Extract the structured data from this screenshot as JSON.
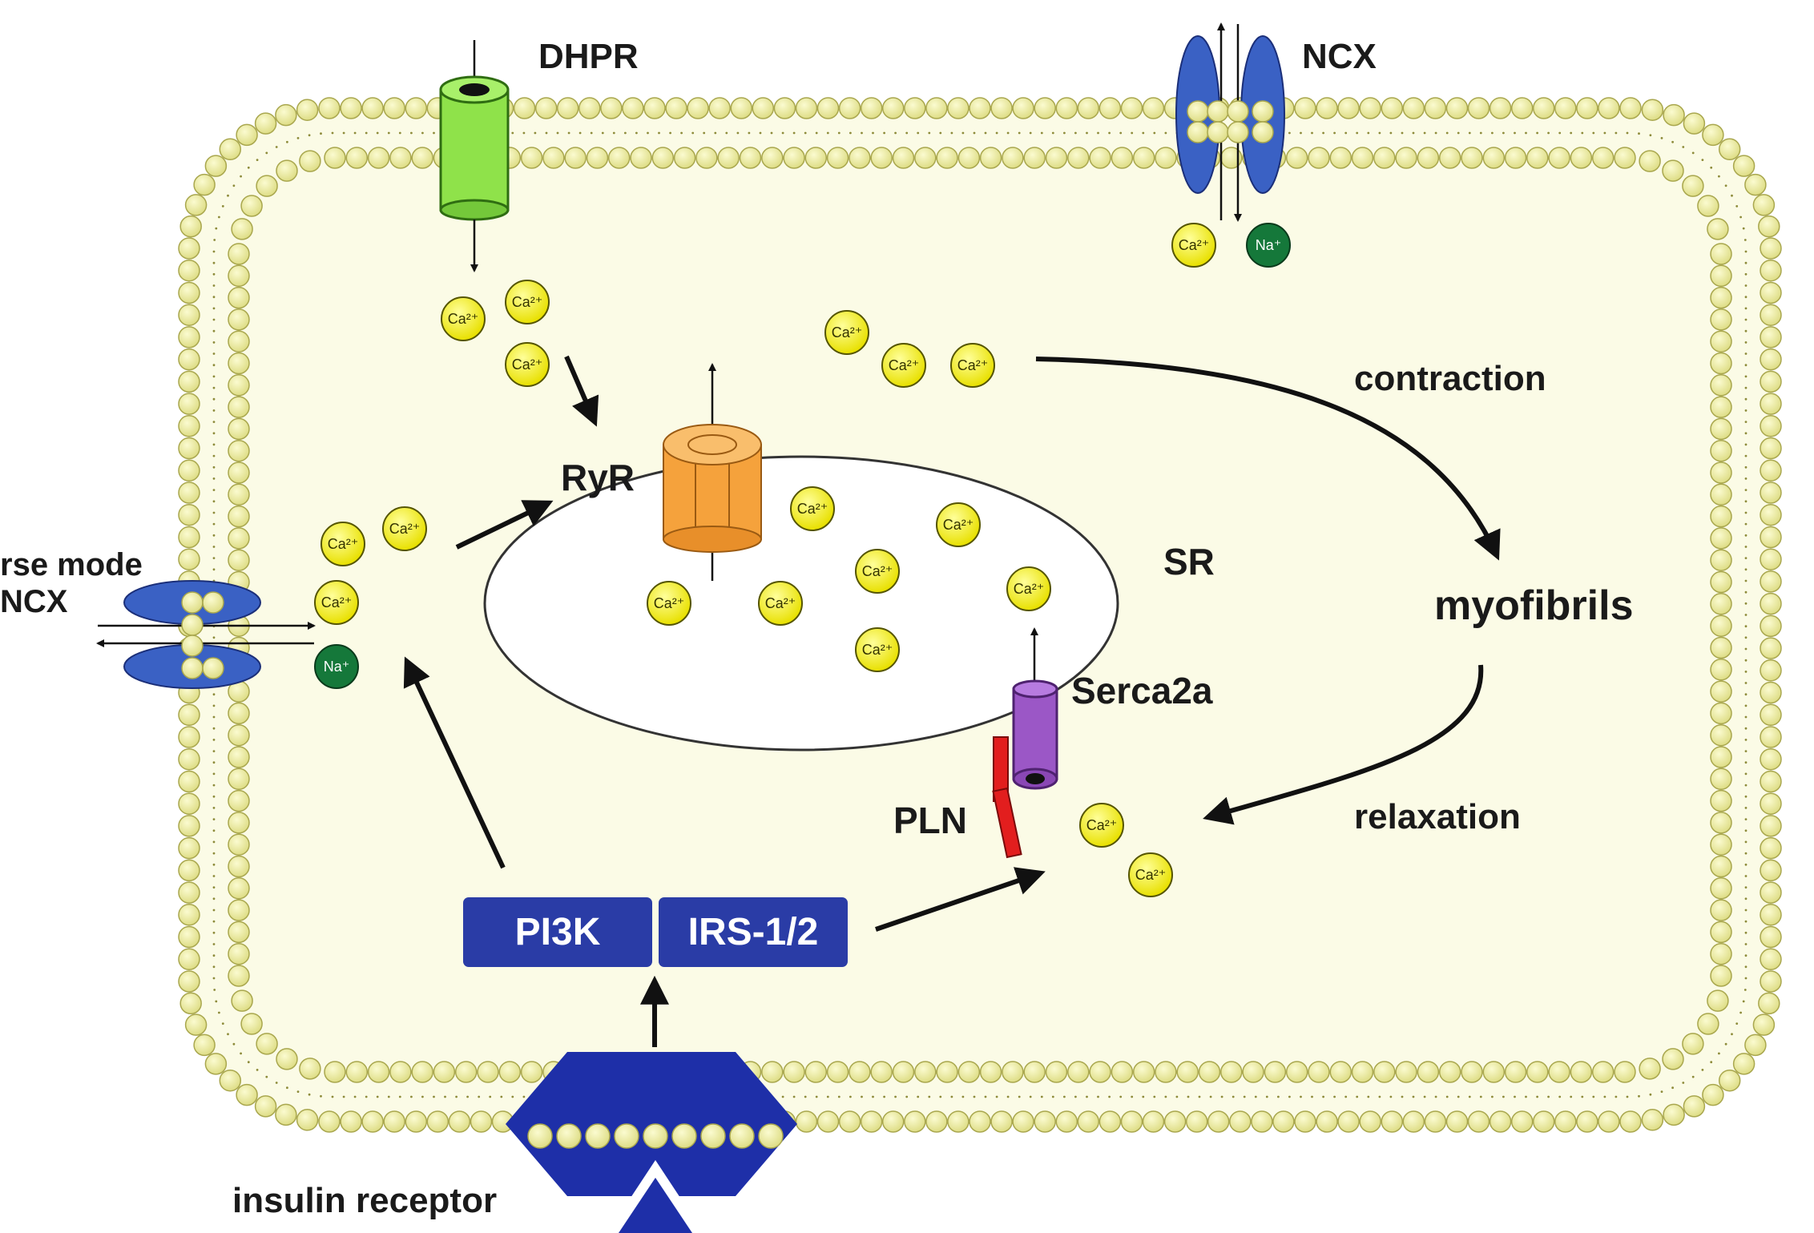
{
  "labels": {
    "dhpr": "DHPR",
    "ncx_top": "NCX",
    "contraction": "contraction",
    "ryr": "RyR",
    "sr": "SR",
    "myofibrils": "myofibrils",
    "reverse_mode": "rse mode",
    "ncx_left": "NCX",
    "serca2a": "Serca2a",
    "pln": "PLN",
    "relaxation": "relaxation",
    "insulin_receptor": "insulin receptor"
  },
  "boxes": {
    "pi3k": "PI3K",
    "irs": "IRS-1/2"
  },
  "ions": {
    "ca": "Ca²⁺",
    "na": "Na⁺"
  },
  "colors": {
    "cytoplasm": "#fbfbe6",
    "membrane_bead": "#f0ef9a",
    "membrane_outline": "#b3b25a",
    "ncx_blue": "#3a61c4",
    "insulin_blue": "#1e2fa8",
    "box_blue": "#2a3ca6",
    "dhpr_green": "#8fe24a",
    "ryr_orange": "#f5a23c",
    "serca_purple": "#9b57c6",
    "pln_red": "#e21e1e",
    "ca_yellow": "#f7f200",
    "na_green": "#15783a"
  }
}
